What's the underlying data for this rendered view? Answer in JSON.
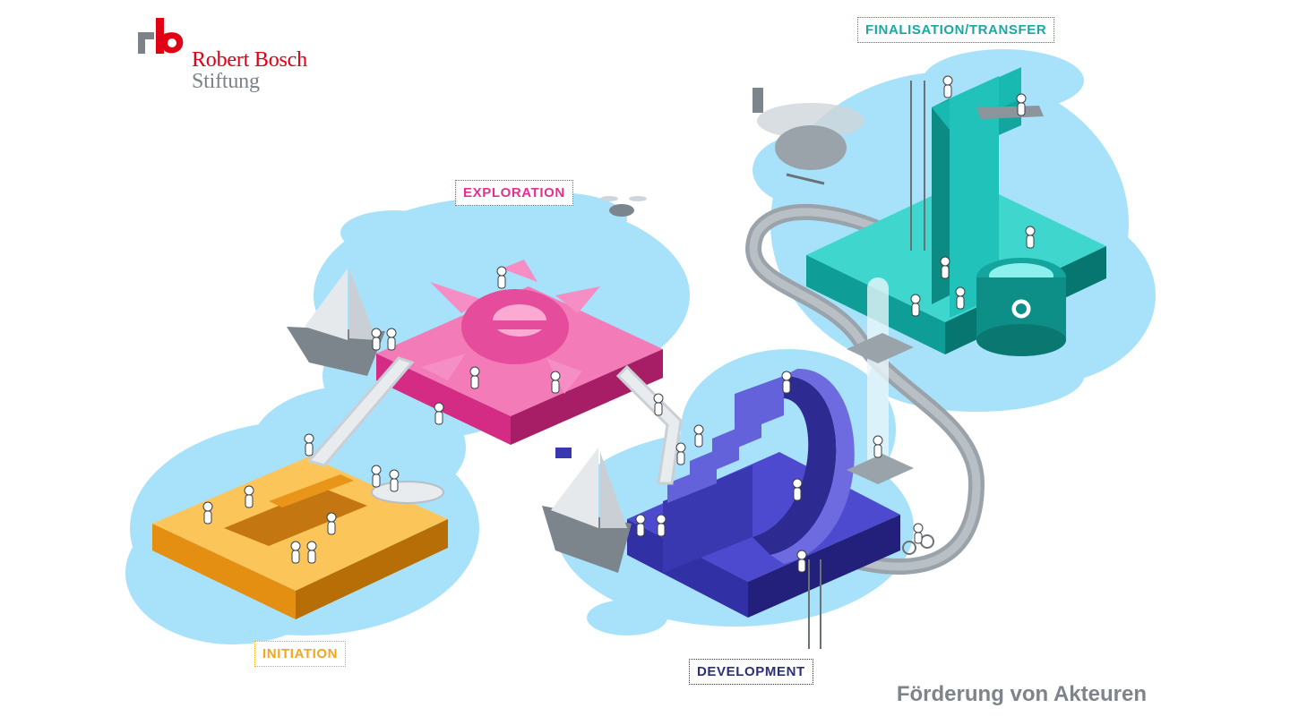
{
  "logo": {
    "line1": "Robert Bosch",
    "line2": "Stiftung",
    "red": "#e20015",
    "gray": "#7b8288"
  },
  "stages": {
    "exploration": "EXPLORATION",
    "finalisation": "FINALISATION/TRANSFER",
    "initiation": "INITIATION",
    "development": "DEVELOPMENT"
  },
  "footer": {
    "title": "Förderung von Akteuren"
  },
  "colors": {
    "cloud": "#a8e2fa",
    "initiation": "#f8b845",
    "exploration": "#ec4f9f",
    "development": "#4643c4",
    "finalisation": "#16c4bb",
    "path": "#9aa3aa"
  },
  "icons": [
    "helicopter-icon",
    "drone-icon",
    "sailboat-icon",
    "rowboat-icon",
    "ladder-icon",
    "staircase-icon",
    "pool-icon",
    "life-ring-icon",
    "bicycle-icon",
    "diving-board-icon",
    "tube-elevator-icon"
  ]
}
